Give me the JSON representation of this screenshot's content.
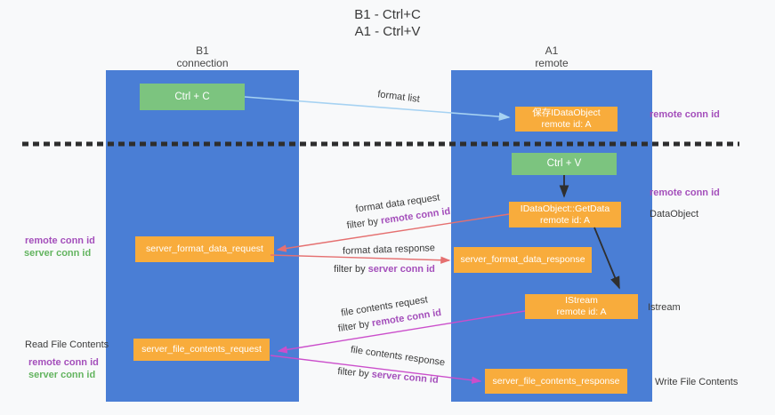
{
  "title": {
    "line1": "B1 - Ctrl+C",
    "line2": "A1 - Ctrl+V"
  },
  "colors": {
    "page-bg": "#f8f9fa",
    "lane-blue": "#4a7ed5",
    "box-green": "#7cc47f",
    "box-orange": "#f8ac3c",
    "arrow-lightblue": "#a6d2f2",
    "arrow-black": "#2f2f2f",
    "arrow-red": "#e57070",
    "arrow-magenta": "#cb4ecb",
    "text-purple": "#a44fbb",
    "text-green": "#63b45f",
    "text-dark": "#3c3c3c"
  },
  "lanes": {
    "left": {
      "title": "B1",
      "subtitle": "connection"
    },
    "right": {
      "title": "A1",
      "subtitle": "remote"
    }
  },
  "nodes": {
    "ctrl_c": {
      "label": "Ctrl + C"
    },
    "save_dataobject": {
      "line1": "保存IDataObject",
      "line2": "remote id: A"
    },
    "ctrl_v": {
      "label": "Ctrl + V"
    },
    "getdata": {
      "line1": "IDataObject::GetData",
      "line2": "remote id: A"
    },
    "format_request": {
      "label": "server_format_data_request"
    },
    "format_response": {
      "label": "server_format_data_response"
    },
    "istream": {
      "line1": "IStream",
      "line2": "remote id: A"
    },
    "file_request": {
      "label": "server_file_contents_request"
    },
    "file_response": {
      "label": "server_file_contents_response"
    }
  },
  "side_labels": {
    "remote_conn_id_top": "remote conn id",
    "remote_conn_id_mid": "remote conn id",
    "dataobject": "DataObject",
    "istream": "Istream",
    "write_file_contents": "Write File Contents",
    "read_file_contents": "Read File Contents",
    "remote_conn_id_format": "remote conn id",
    "server_conn_id_format": "server conn id",
    "remote_conn_id_file": "remote conn id",
    "server_conn_id_file": "server conn id"
  },
  "edge_labels": {
    "format_list": "format list",
    "format_data_request": "format data request",
    "format_data_response": "format data response",
    "file_contents_request": "file contents request",
    "file_contents_response": "file contents response",
    "filter_by": "filter by",
    "remote_conn_id": "remote conn id",
    "server_conn_id": "server conn id"
  }
}
